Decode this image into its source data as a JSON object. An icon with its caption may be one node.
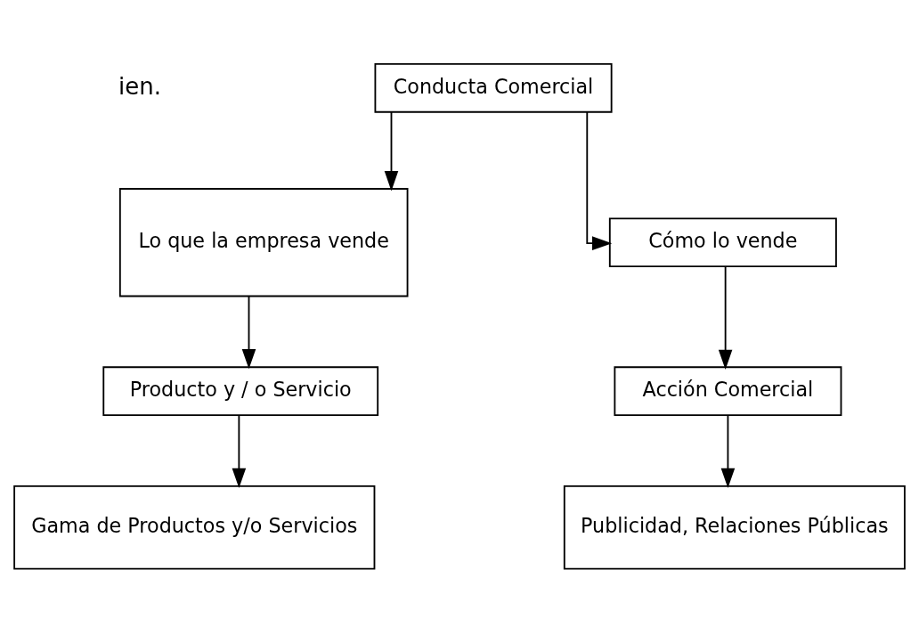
{
  "diagram": {
    "nodes": [
      {
        "text": [
          "Conducta Comercial"
        ]
      },
      {
        "text": [
          "Lo que la empresa vende"
        ]
      },
      {
        "text": [
          "Cómo lo vende"
        ]
      },
      {
        "text": [
          "Producto y / o Servicio"
        ]
      },
      {
        "text": [
          "Gama de Productos y/o Servicios"
        ]
      },
      {
        "text": [
          "Acción Comercial"
        ]
      },
      {
        "text": [
          "Publicidad, Relaciones Públicas"
        ]
      }
    ],
    "edges": [
      {
        "from": 0,
        "to": 1,
        "arrow": "to"
      },
      {
        "from": 0,
        "to": 2,
        "arrow": "to"
      },
      {
        "from": 1,
        "to": 3,
        "arrow": "to"
      },
      {
        "from": 3,
        "to": 4,
        "arrow": "to"
      },
      {
        "from": 2,
        "to": 5,
        "arrow": "to"
      },
      {
        "from": 5,
        "to": 6,
        "arrow": "to"
      }
    ],
    "labels": [
      "ien."
    ]
  }
}
